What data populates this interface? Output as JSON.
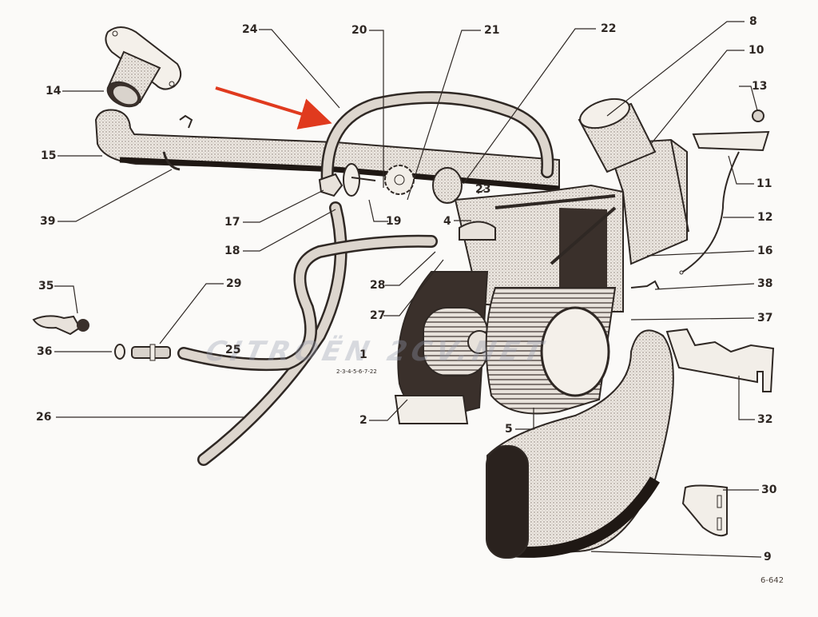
{
  "diagram": {
    "subject": "Heater / ventilation assembly exploded view",
    "plate_number": "6-642",
    "watermark": "CITROËN 2CV.NET",
    "highlight_arrow": {
      "color": "#e03a1e",
      "points_to": "24"
    },
    "callouts": [
      {
        "id": "14",
        "label": "14"
      },
      {
        "id": "15",
        "label": "15"
      },
      {
        "id": "39",
        "label": "39"
      },
      {
        "id": "24",
        "label": "24"
      },
      {
        "id": "20",
        "label": "20"
      },
      {
        "id": "21",
        "label": "21"
      },
      {
        "id": "22",
        "label": "22"
      },
      {
        "id": "8",
        "label": "8"
      },
      {
        "id": "10",
        "label": "10"
      },
      {
        "id": "13",
        "label": "13"
      },
      {
        "id": "11",
        "label": "11"
      },
      {
        "id": "12",
        "label": "12"
      },
      {
        "id": "16",
        "label": "16"
      },
      {
        "id": "38",
        "label": "38"
      },
      {
        "id": "37",
        "label": "37"
      },
      {
        "id": "32",
        "label": "32"
      },
      {
        "id": "30",
        "label": "30"
      },
      {
        "id": "9",
        "label": "9"
      },
      {
        "id": "5",
        "label": "5"
      },
      {
        "id": "2",
        "label": "2"
      },
      {
        "id": "1",
        "label": "1",
        "sub": "2-3-4-5-6-7-22"
      },
      {
        "id": "27",
        "label": "27"
      },
      {
        "id": "28",
        "label": "28"
      },
      {
        "id": "23",
        "label": "23"
      },
      {
        "id": "4",
        "label": "4"
      },
      {
        "id": "19",
        "label": "19"
      },
      {
        "id": "17",
        "label": "17"
      },
      {
        "id": "18",
        "label": "18"
      },
      {
        "id": "35",
        "label": "35"
      },
      {
        "id": "36",
        "label": "36"
      },
      {
        "id": "29",
        "label": "29"
      },
      {
        "id": "25",
        "label": "25"
      },
      {
        "id": "26",
        "label": "26"
      }
    ]
  },
  "colors": {
    "ink": "#2f2824",
    "paper": "#fbfaf8",
    "shade": "#d9d3cc",
    "dark": "#3a302b",
    "arrow": "#e03a1e"
  }
}
